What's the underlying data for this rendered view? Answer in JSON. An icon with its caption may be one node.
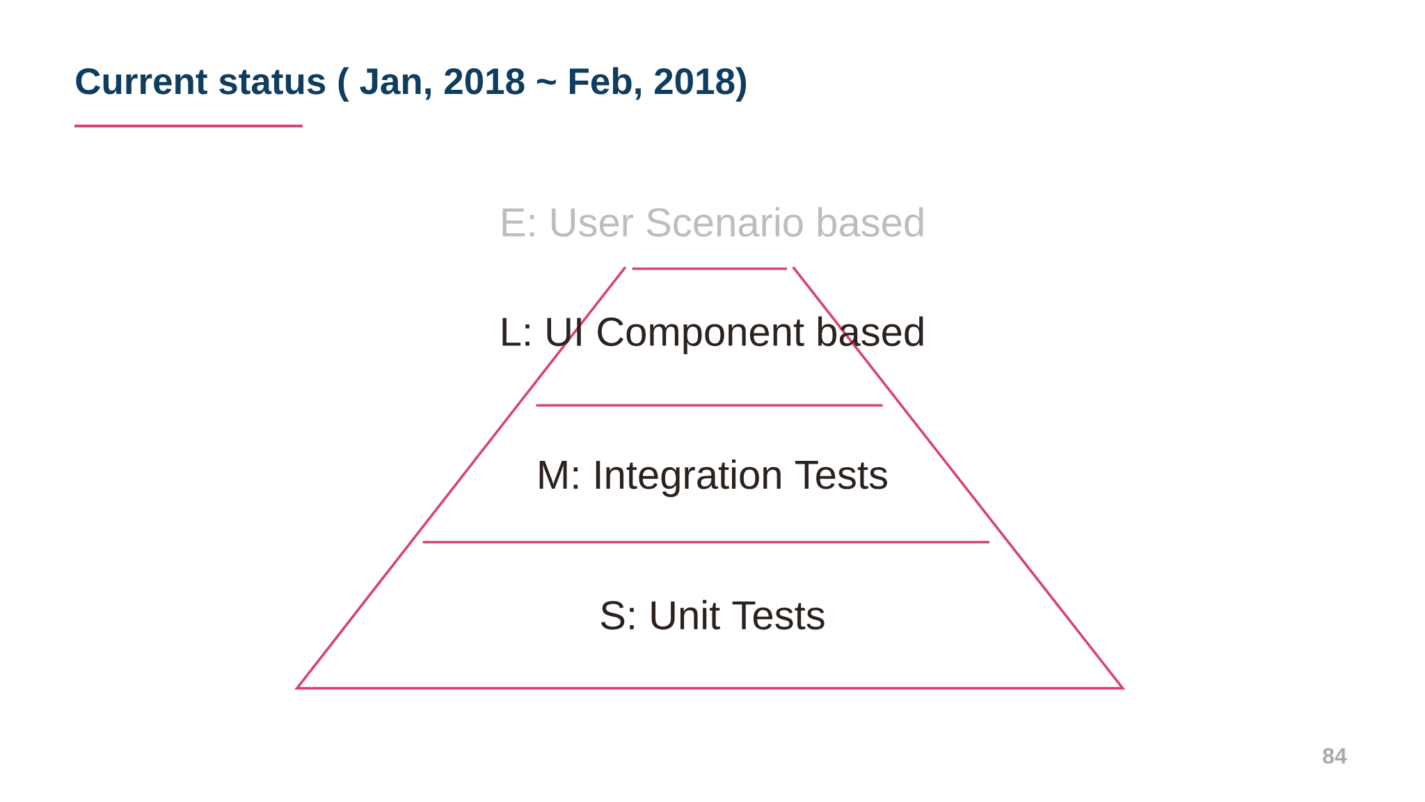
{
  "diagram": {
    "title": "Current status ( Jan, 2018 ~ Feb, 2018)",
    "nodes": [
      {
        "text": [
          "L: UI Component based"
        ]
      },
      {
        "text": [
          "M: Integration Tests"
        ]
      },
      {
        "text": [
          "S: Unit Tests"
        ]
      }
    ],
    "labels": [
      "E: User Scenario based",
      "84"
    ]
  }
}
